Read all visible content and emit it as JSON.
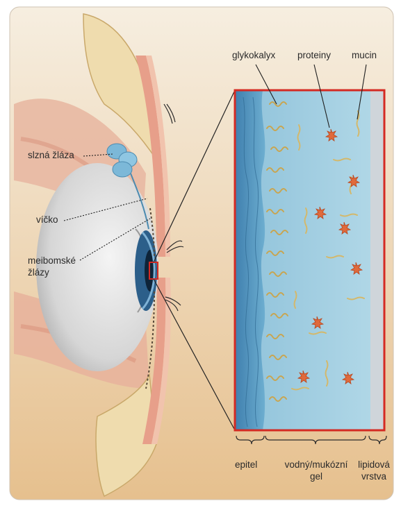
{
  "labels": {
    "tear_gland": "slzná žláza",
    "eyelid": "víčko",
    "meibomian_line1": "meibomské",
    "meibomian_line2": "žlázy",
    "glycocalyx": "glykokalyx",
    "proteins": "proteiny",
    "mucin": "mucin",
    "epithelium": "epitel",
    "aqueous_line1": "vodný/mukózní",
    "aqueous_line2": "gel",
    "lipid_line1": "lipidová",
    "lipid_line2": "vrstva"
  },
  "colors": {
    "background_top": "#f4ead8",
    "background_bottom": "#e8c497",
    "inset_border": "#d42a23",
    "aqueous_gel": "#9fcde0",
    "epithelium": "#5f9fc4",
    "lipid_layer": "#cfd5da",
    "protein": "#e06a3c",
    "mucin_strand": "#d8c27a"
  }
}
